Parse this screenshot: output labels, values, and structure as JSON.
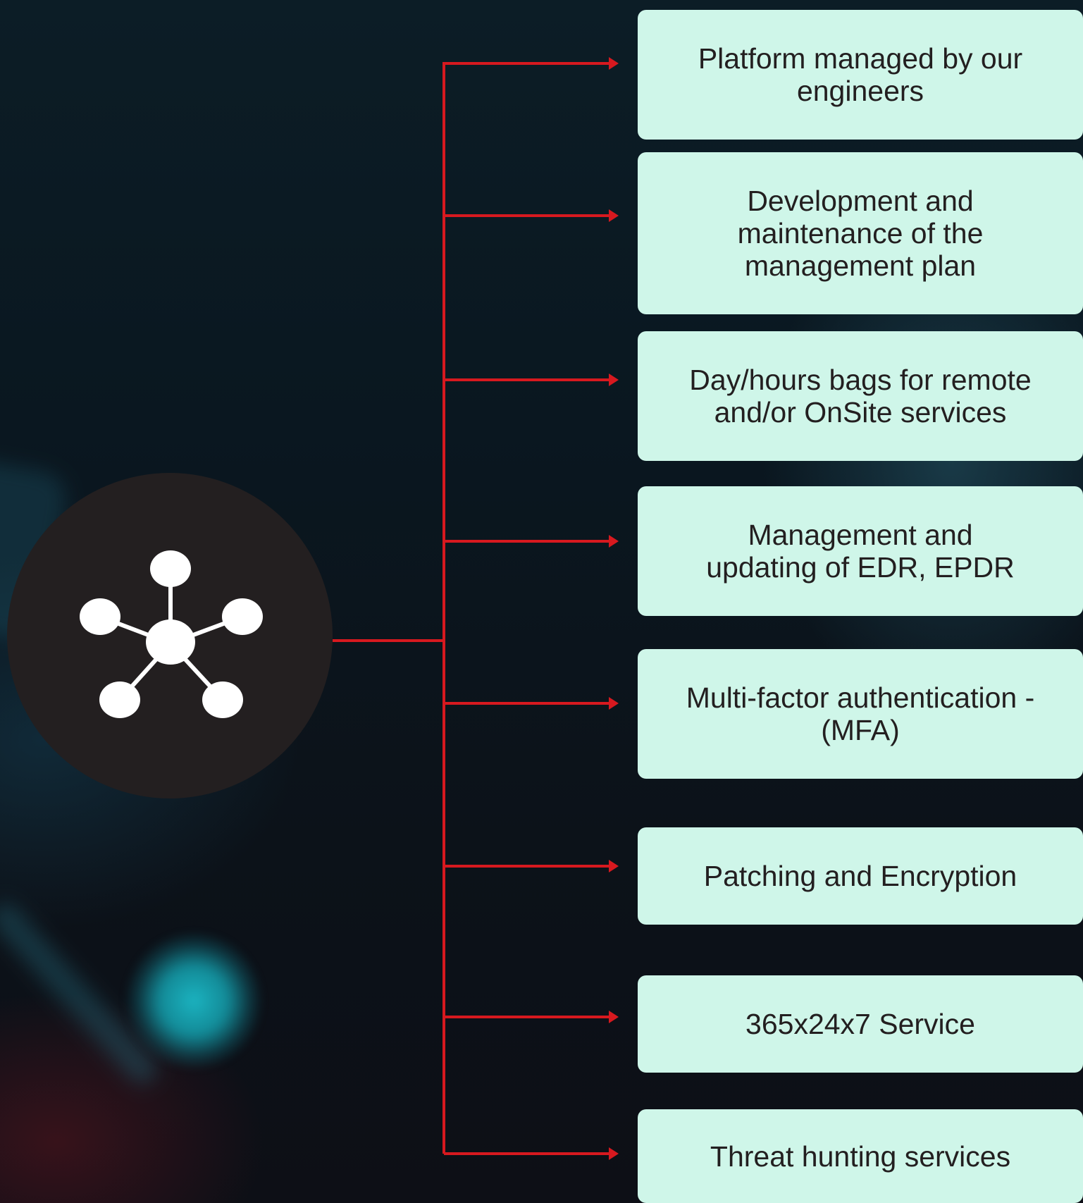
{
  "colors": {
    "connector": "#d7191f",
    "box_fill": "#cff6e9",
    "box_text": "#231f20",
    "hub_fill": "#231f20",
    "icon": "#ffffff",
    "glow": "#1bb3c0"
  },
  "hub": {
    "icon_name": "network-hub-icon"
  },
  "items": [
    {
      "label": "Platform managed by our engineers"
    },
    {
      "label": "Development and maintenance of the management plan"
    },
    {
      "label": "Day/hours bags for remote and/or OnSite services"
    },
    {
      "label": "Management and updating of EDR, EPDR"
    },
    {
      "label": "Multi-factor authentication - (MFA)"
    },
    {
      "label": "Patching and Encryption"
    },
    {
      "label": "365x24x7 Service"
    },
    {
      "label": "Threat hunting services"
    }
  ]
}
